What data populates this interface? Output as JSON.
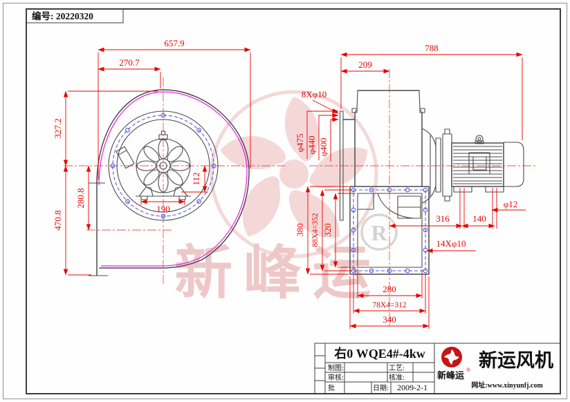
{
  "frame": {
    "serial": "编号: 20220320"
  },
  "left_view": {
    "dims": {
      "total_width": "657.9",
      "outlet_to_axis": "270.7",
      "axis_to_top": "327.2",
      "axis_to_base": "280.8",
      "axis_to_bottom": "470.8",
      "feet_span": "190",
      "axis_to_feet": "112"
    }
  },
  "right_view": {
    "dims": {
      "total_length": "788",
      "flange_to_axis": "209",
      "inlet_flange_holes": "8Xφ10",
      "inlet_flange_od": "φ475",
      "inlet_bolt_circle": "φ440",
      "inlet_diameter": "φ400",
      "outlet_flange_height": "380",
      "outlet_bolt_pitch_v": "88X4=352",
      "outlet_opening_height": "320",
      "outlet_flange_holes": "14Xφ10",
      "outlet_opening_width": "280",
      "outlet_bolt_pitch_h": "78X4=312",
      "outlet_flange_width": "340",
      "axis_to_foot_hole": "316",
      "foot_hole_pitch": "140",
      "foot_hole_diameter": "φ12"
    }
  },
  "watermark": {
    "brand": "新峰运",
    "registered": "R"
  },
  "title_block": {
    "model": "右0 WQE4#-4kw",
    "drafted_label": "制图:",
    "process_label": "工艺:",
    "checked_label": "审核:",
    "approved_label": "核准:",
    "ratified_label": "批",
    "date_label": "日期:",
    "date_value": "2009-2-1",
    "brand": "新峰运",
    "brand_mark": "®",
    "company": "新运风机",
    "website": "网址:www.xinyunfj.com"
  },
  "colors": {
    "dimension": "#e60400",
    "centerline": "#f25050",
    "outline": "#4a4a4a",
    "volute": "#e81ae8",
    "bolt_circle": "#5757e8",
    "watermark_pink": "#f3d2d2",
    "logo_red": "#c81414"
  }
}
